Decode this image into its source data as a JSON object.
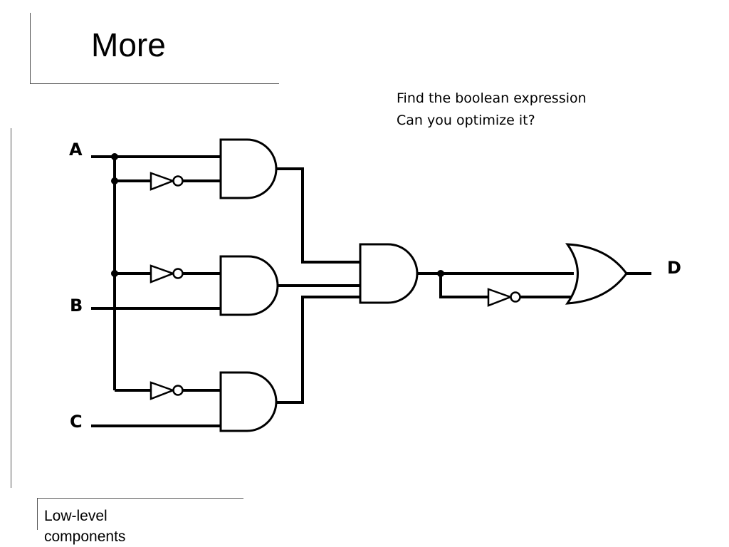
{
  "slide": {
    "title": "More",
    "questions": [
      "Find the boolean expression",
      "Can you optimize it?"
    ],
    "caption_lines": [
      "Low-level",
      "components"
    ]
  },
  "circuit": {
    "inputs": [
      "A",
      "B",
      "C"
    ],
    "output": "D",
    "gates": [
      {
        "id": "not1",
        "type": "NOT",
        "input": "A"
      },
      {
        "id": "and1",
        "type": "AND",
        "inputs": [
          "A",
          "not1"
        ]
      },
      {
        "id": "not2",
        "type": "NOT",
        "input": "A"
      },
      {
        "id": "and2",
        "type": "AND",
        "inputs": [
          "not2",
          "B"
        ]
      },
      {
        "id": "not3",
        "type": "NOT",
        "input": "A"
      },
      {
        "id": "and3",
        "type": "AND",
        "inputs": [
          "not3",
          "C"
        ]
      },
      {
        "id": "and4",
        "type": "AND",
        "inputs": [
          "and1",
          "and2",
          "and3"
        ]
      },
      {
        "id": "not4",
        "type": "NOT",
        "input": "and4"
      },
      {
        "id": "or1",
        "type": "OR",
        "inputs": [
          "and4",
          "not4"
        ],
        "output": "D"
      }
    ]
  }
}
